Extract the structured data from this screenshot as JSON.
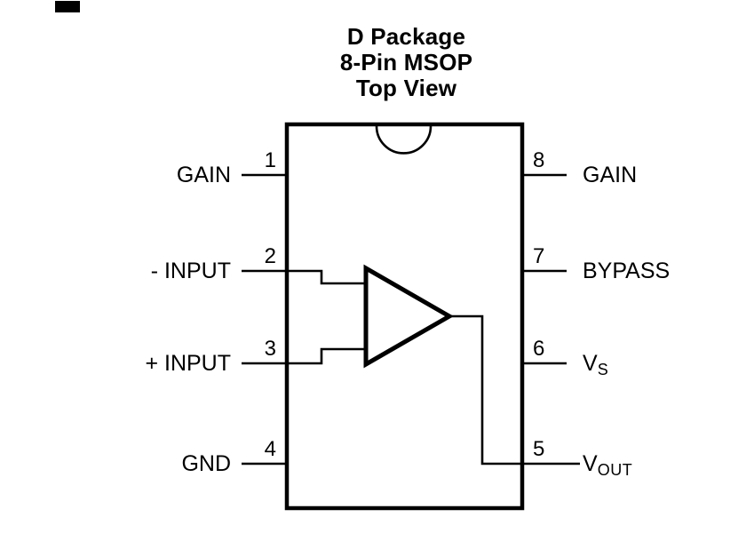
{
  "title": {
    "line1": "D Package",
    "line2": "8-Pin MSOP",
    "line3": "Top View"
  },
  "pins": {
    "left": [
      {
        "number": "1",
        "label": "GAIN",
        "sub": ""
      },
      {
        "number": "2",
        "label": "- INPUT",
        "sub": ""
      },
      {
        "number": "3",
        "label": "+ INPUT",
        "sub": ""
      },
      {
        "number": "4",
        "label": "GND",
        "sub": ""
      }
    ],
    "right": [
      {
        "number": "8",
        "label": "GAIN",
        "sub": ""
      },
      {
        "number": "7",
        "label": "BYPASS",
        "sub": ""
      },
      {
        "number": "6",
        "label": "V",
        "sub": "S"
      },
      {
        "number": "5",
        "label": "V",
        "sub": "OUT"
      }
    ]
  },
  "symbols": {
    "component": "op-amp-amplifier-triangle",
    "package_marker": "pin-1-notch-semicircle"
  },
  "colors": {
    "ink": "#000000",
    "background": "#ffffff"
  }
}
